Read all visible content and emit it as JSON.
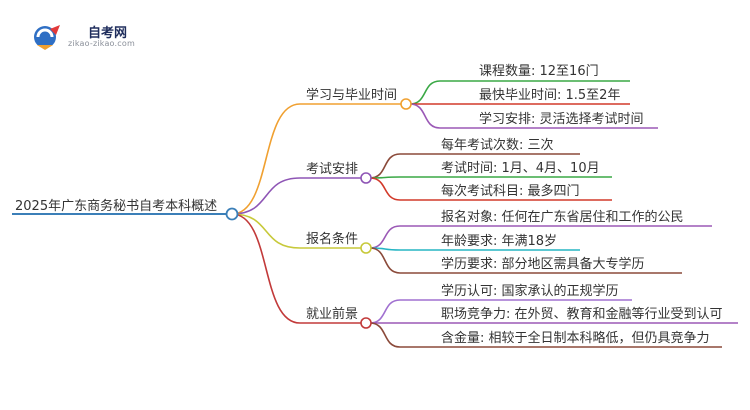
{
  "logo": {
    "title": "自考网",
    "subtitle": "zikao-zikao.com"
  },
  "root": {
    "label": "2025年广东商务秘书自考本科概述",
    "color": "#3b7fb8"
  },
  "branches": [
    {
      "label": "学习与毕业时间",
      "color": "#f0a030",
      "leaves": [
        {
          "label": "课程数量: 12至16门",
          "color": "#3aa845"
        },
        {
          "label": "最快毕业时间: 1.5至2年",
          "color": "#d23a2a"
        },
        {
          "label": "学习安排: 灵活选择考试时间",
          "color": "#9b59b6"
        }
      ]
    },
    {
      "label": "考试安排",
      "color": "#8e55b5",
      "leaves": [
        {
          "label": "每年考试次数: 三次",
          "color": "#8b4a3a"
        },
        {
          "label": "考试时间: 1月、4月、10月",
          "color": "#3aa845"
        },
        {
          "label": "每次考试科目: 最多四门",
          "color": "#d23a2a"
        }
      ]
    },
    {
      "label": "报名条件",
      "color": "#c7c93a",
      "leaves": [
        {
          "label": "报名对象: 任何在广东省居住和工作的公民",
          "color": "#9b59b6"
        },
        {
          "label": "年龄要求: 年满18岁",
          "color": "#26b5c4"
        },
        {
          "label": "学历要求: 部分地区需具备大专学历",
          "color": "#8b4a3a"
        }
      ]
    },
    {
      "label": "就业前景",
      "color": "#c23a3a",
      "leaves": [
        {
          "label": "学历认可: 国家承认的正规学历",
          "color": "#a070d0"
        },
        {
          "label": "职场竞争力: 在外贸、教育和金融等行业受到认可",
          "color": "#9b59b6"
        },
        {
          "label": "含金量: 相较于全日制本科略低，但仍具竞争力",
          "color": "#8b4a3a"
        }
      ]
    }
  ]
}
